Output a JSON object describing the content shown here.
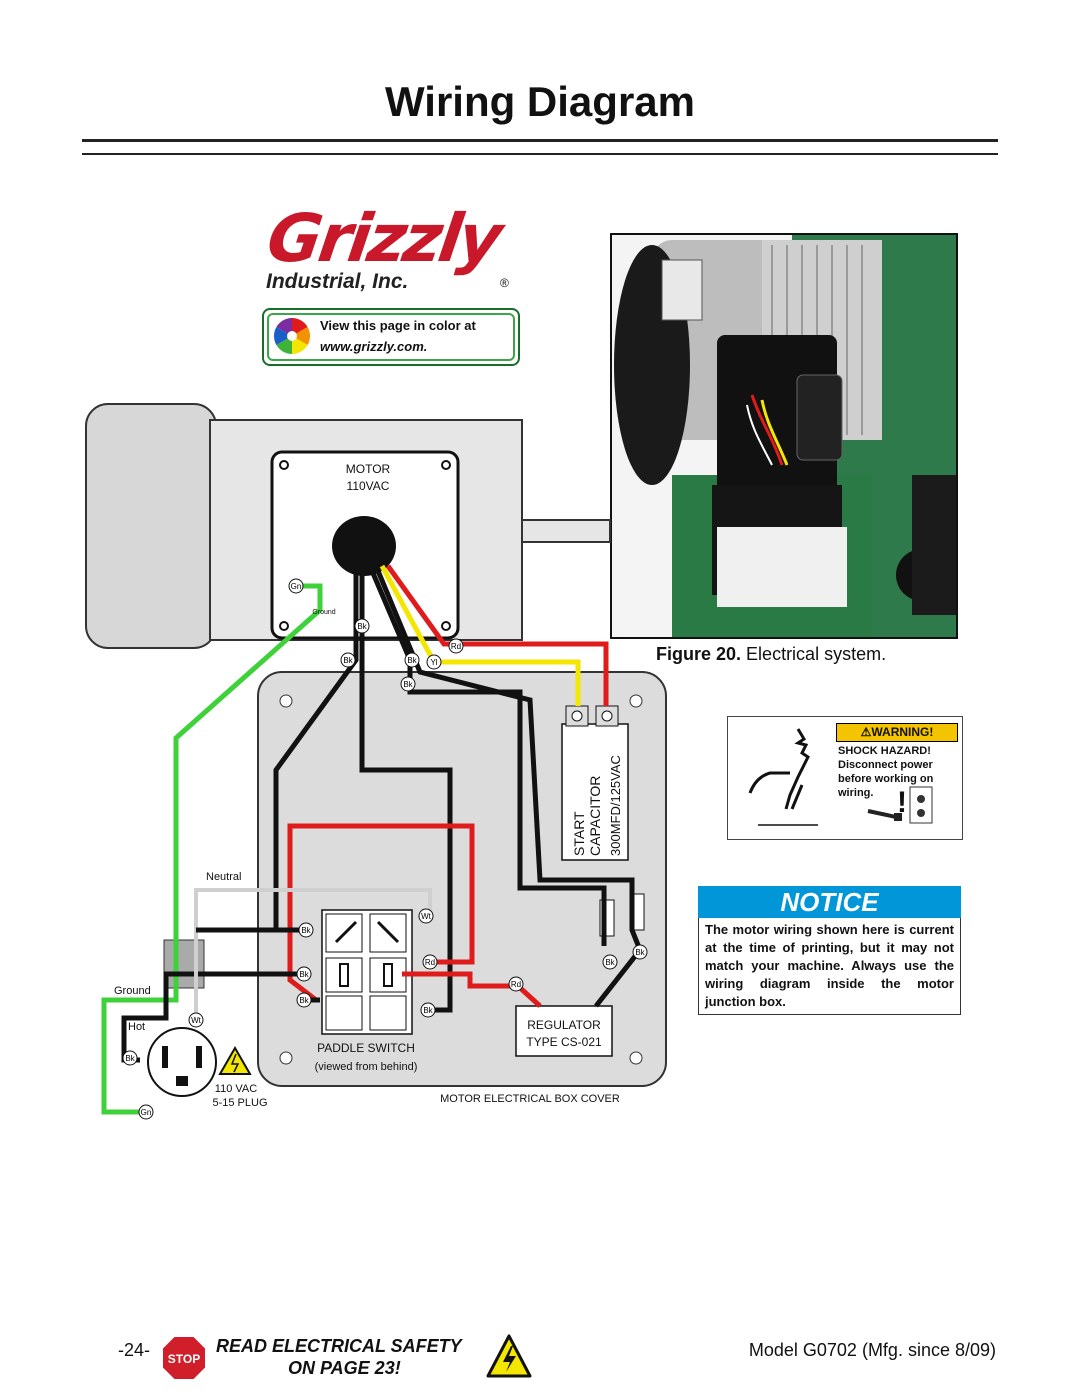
{
  "page": {
    "title": "Wiring Diagram",
    "page_number": "-24-",
    "model": "Model G0702 (Mfg. since 8/09)",
    "safety_line1": "READ ELECTRICAL SAFETY",
    "safety_line2": "ON PAGE 23!",
    "stop_sign": "STOP"
  },
  "logo": {
    "brand": "Grizzly",
    "subtitle": "Industrial, Inc.",
    "registered": "®",
    "color_note_line1": "View this page in color at",
    "color_note_line2": "www.grizzly.com."
  },
  "figure": {
    "number": "Figure 20.",
    "caption": "Electrical system."
  },
  "warning_label": {
    "header": "WARNING!",
    "line1": "SHOCK HAZARD!",
    "line2": "Disconnect power",
    "line3": "before working on",
    "line4": "wiring.",
    "exclaim": "!"
  },
  "notice": {
    "header": "NOTICE",
    "body": "The motor wiring shown here is current at the time of printing, but it may not match your machine. Always use the wiring diagram inside the motor junction box."
  },
  "diagram": {
    "motor_label": "MOTOR",
    "motor_voltage": "110VAC",
    "ground_label": "Ground",
    "capacitor_l1": "START",
    "capacitor_l2": "CAPACITOR",
    "capacitor_l3": "300MFD/125VAC",
    "regulator_l1": "REGULATOR",
    "regulator_l2": "TYPE CS-021",
    "switch_l1": "PADDLE SWITCH",
    "switch_l2": "(viewed from behind)",
    "box_cover": "MOTOR ELECTRICAL BOX COVER",
    "plug_l1": "110 VAC",
    "plug_l2": "5-15 PLUG",
    "neutral": "Neutral",
    "ground": "Ground",
    "hot": "Hot",
    "tags": {
      "gn": "Gn",
      "bk": "Bk",
      "rd": "Rd",
      "yl": "Yl",
      "wt": "Wt"
    }
  },
  "colors": {
    "wire_black": "#111111",
    "wire_red": "#e01b1b",
    "wire_yellow": "#f3e600",
    "wire_green": "#3fd13a",
    "wire_white": "#dddddd",
    "notice_blue": "#0096d8",
    "warning_yellow": "#f4c400",
    "brand_red": "#c8182a"
  }
}
